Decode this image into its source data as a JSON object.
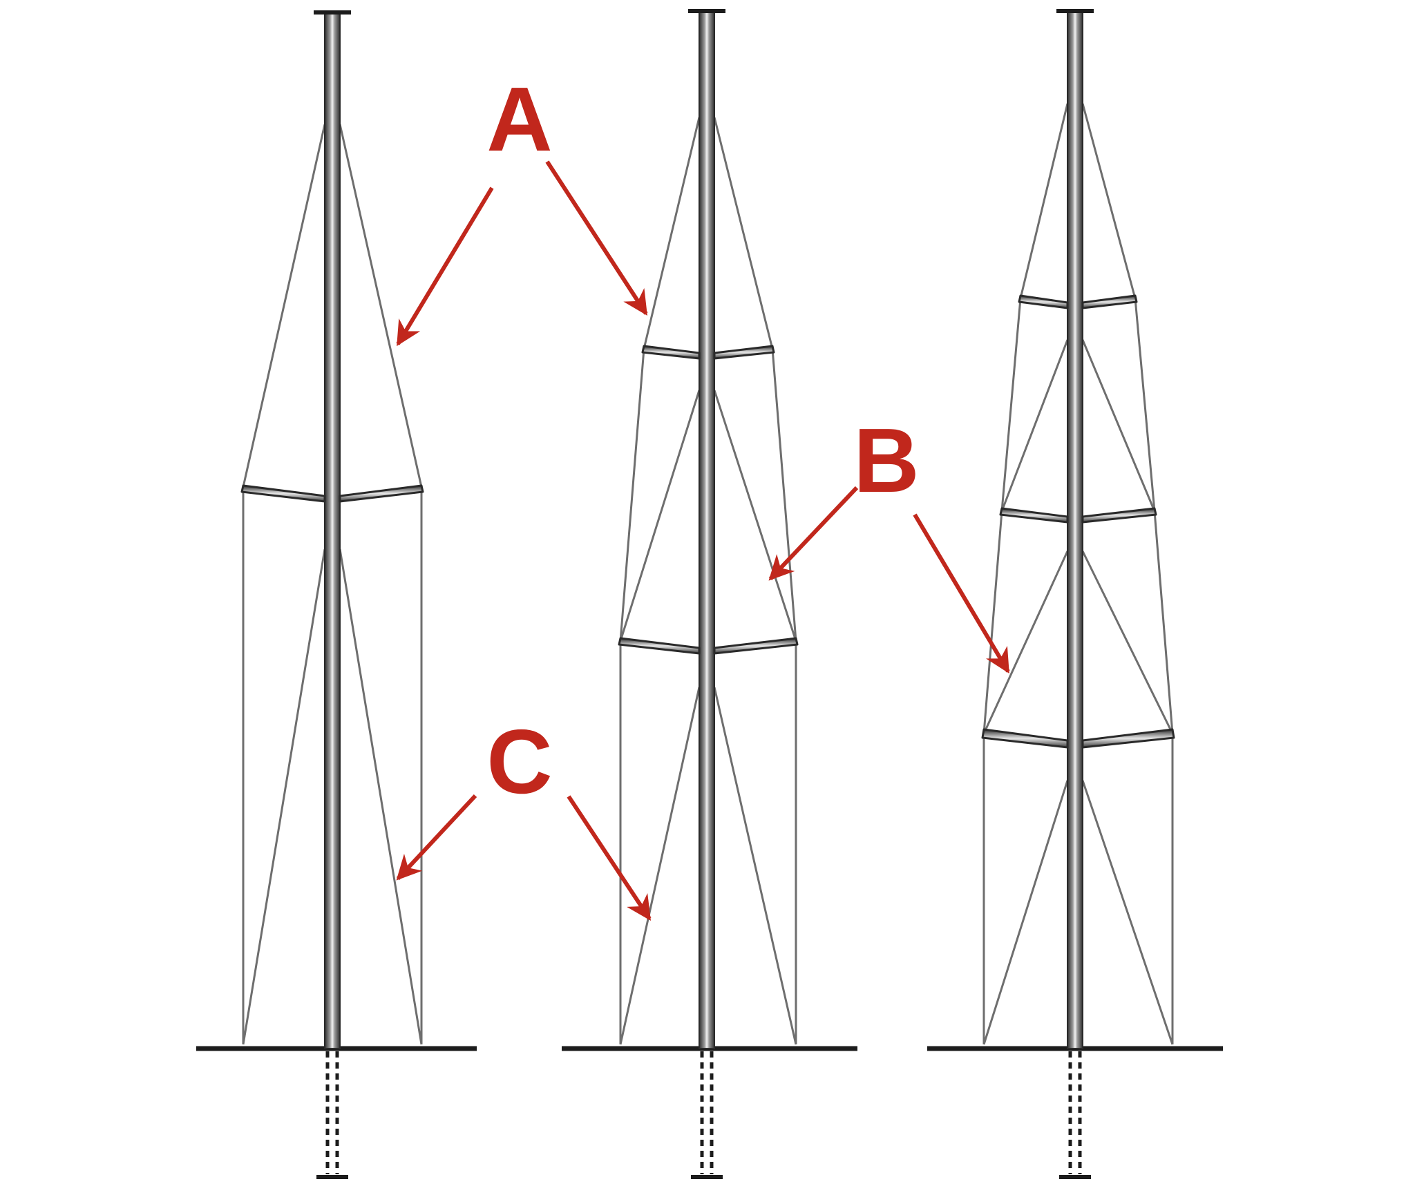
{
  "labels": {
    "a": "A",
    "b": "B",
    "c": "C"
  },
  "colors": {
    "label": "#c1271c",
    "arrow": "#c1271c",
    "ground": "#1c1c1c",
    "guy": "#6e6e6e",
    "mast_dark": "#3a3a3a",
    "background": "#ffffff"
  },
  "towers": [
    {
      "name": "single-spreader-tower",
      "spreaders": 1
    },
    {
      "name": "double-spreader-tower",
      "spreaders": 2
    },
    {
      "name": "triple-spreader-tower",
      "spreaders": 3
    }
  ]
}
